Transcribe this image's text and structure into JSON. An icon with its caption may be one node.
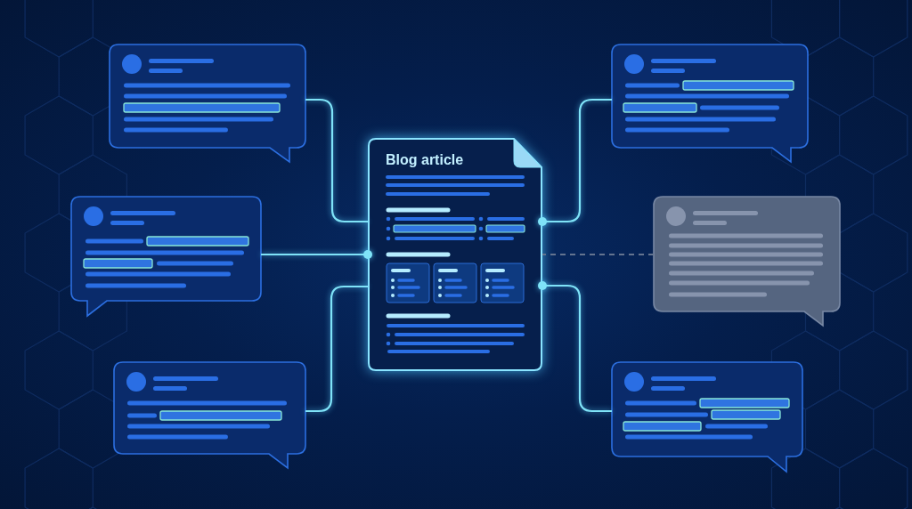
{
  "diagram": {
    "nodes": [
      {
        "text": [],
        "shape": "bubble"
      },
      {
        "text": [],
        "shape": "bubble"
      },
      {
        "text": [
          "Blog article"
        ]
      },
      {
        "text": [],
        "shape": "bubble"
      },
      {
        "text": [],
        "shape": "bubble"
      },
      {
        "text": [],
        "shape": "bubble"
      },
      {
        "text": [],
        "shape": "bubble"
      }
    ],
    "edges": [
      {
        "from": 0,
        "to": 2,
        "arrow": "none"
      },
      {
        "from": 1,
        "to": 2,
        "arrow": "other"
      },
      {
        "from": 3,
        "to": 2,
        "arrow": "other"
      },
      {
        "from": 4,
        "to": 2,
        "arrow": "none",
        "style": "dashed",
        "color": "#64748f"
      },
      {
        "from": 5,
        "to": 2,
        "arrow": "none"
      },
      {
        "from": 6,
        "to": 2,
        "arrow": "other"
      }
    ]
  }
}
